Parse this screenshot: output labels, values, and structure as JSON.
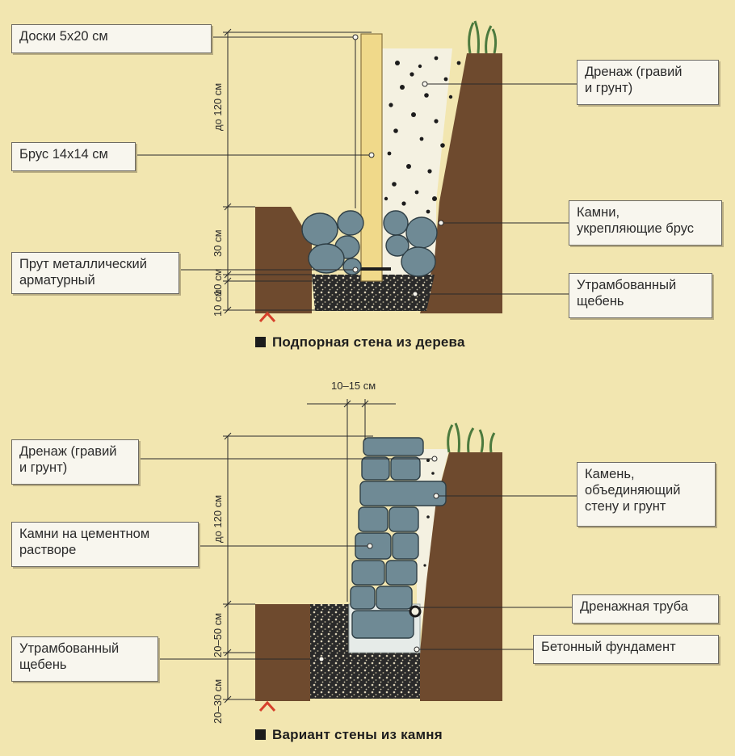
{
  "wood": {
    "caption": "Подпорная стена из дерева",
    "labels": {
      "boards": "Доски 5х20 см",
      "beam": "Брус 14х14 см",
      "rod": "Прут металлический\nарматурный",
      "drainage": "Дренаж (гравий\nи грунт)",
      "stones": "Камни,\nукрепляющие брус",
      "gravel": "Утрамбованный\nщебень"
    },
    "dims": {
      "height": "до 120 см",
      "depth": "30 см",
      "rod_gap": "10 см",
      "base": "10 см"
    }
  },
  "stone": {
    "caption": "Вариант стены из камня",
    "labels": {
      "drainage": "Дренаж (гравий\nи грунт)",
      "mortar": "Камни на цементном\nрастворе",
      "gravel": "Утрамбованный\nщебень",
      "tie_stone": "Камень,\nобъединяющий\nстену и грунт",
      "pipe": "Дренажная труба",
      "foundation": "Бетонный фундамент"
    },
    "dims": {
      "width": "10–15 см",
      "height": "до 120 см",
      "foundation": "20–50 см",
      "base": "20–30 см"
    }
  },
  "colors": {
    "background": "#f2e6b0",
    "soil": "#6e4a2e",
    "wood": "#f0d98a",
    "stone": "#6f8a95",
    "gravel": "#1c1c1c",
    "concrete": "#e6ebe8",
    "marker": "#d6402b"
  }
}
